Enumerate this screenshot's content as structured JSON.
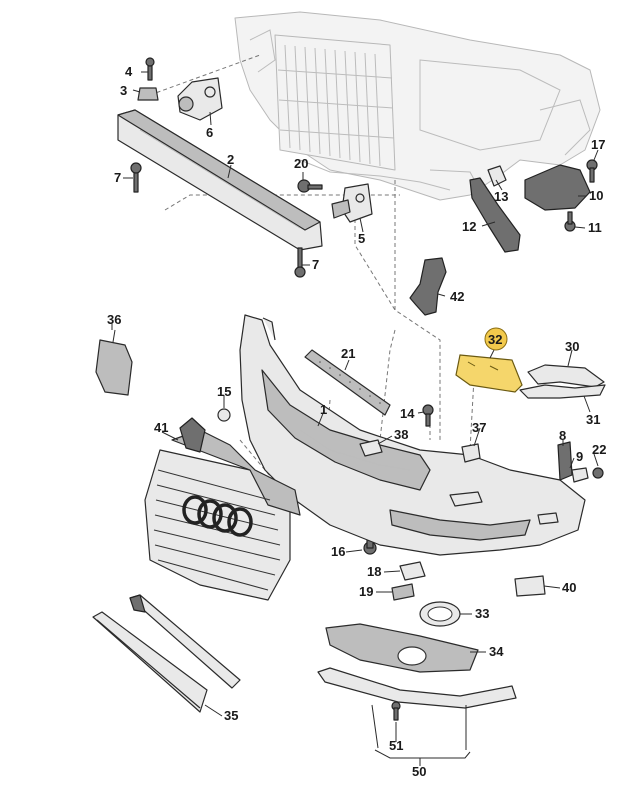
{
  "callouts": [
    {
      "id": "c1",
      "number": "1"
    },
    {
      "id": "c2",
      "number": "2"
    },
    {
      "id": "c3",
      "number": "3"
    },
    {
      "id": "c4",
      "number": "4"
    },
    {
      "id": "c5",
      "number": "5"
    },
    {
      "id": "c6",
      "number": "6"
    },
    {
      "id": "c7a",
      "number": "7"
    },
    {
      "id": "c7b",
      "number": "7"
    },
    {
      "id": "c8",
      "number": "8"
    },
    {
      "id": "c9",
      "number": "9"
    },
    {
      "id": "c10",
      "number": "10"
    },
    {
      "id": "c11",
      "number": "11"
    },
    {
      "id": "c12",
      "number": "12"
    },
    {
      "id": "c13",
      "number": "13"
    },
    {
      "id": "c14",
      "number": "14"
    },
    {
      "id": "c15",
      "number": "15"
    },
    {
      "id": "c16",
      "number": "16"
    },
    {
      "id": "c17",
      "number": "17"
    },
    {
      "id": "c18",
      "number": "18"
    },
    {
      "id": "c19",
      "number": "19"
    },
    {
      "id": "c20",
      "number": "20"
    },
    {
      "id": "c21",
      "number": "21"
    },
    {
      "id": "c22",
      "number": "22"
    },
    {
      "id": "c30",
      "number": "30"
    },
    {
      "id": "c31",
      "number": "31"
    },
    {
      "id": "c32",
      "number": "32",
      "highlighted": true
    },
    {
      "id": "c33",
      "number": "33"
    },
    {
      "id": "c34",
      "number": "34"
    },
    {
      "id": "c35",
      "number": "35"
    },
    {
      "id": "c36",
      "number": "36"
    },
    {
      "id": "c37",
      "number": "37"
    },
    {
      "id": "c38",
      "number": "38"
    },
    {
      "id": "c40",
      "number": "40"
    },
    {
      "id": "c41",
      "number": "41"
    },
    {
      "id": "c42",
      "number": "42"
    },
    {
      "id": "c50",
      "number": "50"
    },
    {
      "id": "c51",
      "number": "51"
    }
  ],
  "colors": {
    "highlight": "#f2c94c",
    "line": "#2b2b2b",
    "part_fill": "#e9e9e9"
  },
  "icons": [
    "audi-rings-icon"
  ]
}
